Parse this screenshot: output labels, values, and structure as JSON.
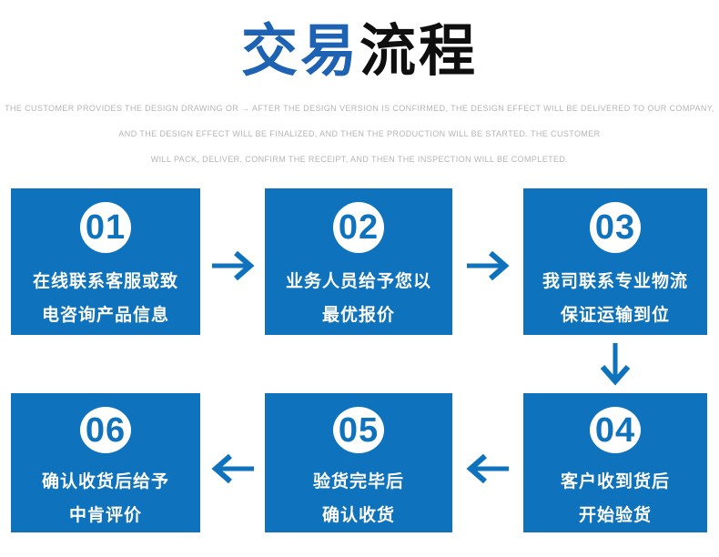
{
  "page": {
    "title": {
      "part_blue": "交易",
      "part_black": "流程"
    },
    "subtitle_lines": [
      "THE CUSTOMER PROVIDES THE DESIGN DRAWING OR → AFTER THE DESIGN VERSION IS CONFIRMED, THE DESIGN EFFECT WILL BE DELIVERED TO OUR COMPANY,",
      "AND THE DESIGN EFFECT WILL BE FINALIZED, AND THEN THE PRODUCTION WILL BE STARTED. THE CUSTOMER",
      "WILL PACK, DELIVER, CONFIRM THE RECEIPT, AND THEN THE INSPECTION WILL BE COMPLETED."
    ]
  },
  "steps": [
    {
      "number": "01",
      "lines": [
        "在线联系客服或致",
        "电咨询产品信息"
      ]
    },
    {
      "number": "02",
      "lines": [
        "业务人员给予您以",
        "最优报价"
      ]
    },
    {
      "number": "03",
      "lines": [
        "我司联系专业物流",
        "保证运输到位"
      ]
    },
    {
      "number": "04",
      "lines": [
        "客户收到货后",
        "开始验货"
      ]
    },
    {
      "number": "05",
      "lines": [
        "验货完毕后",
        "确认收货"
      ]
    },
    {
      "number": "06",
      "lines": [
        "确认收货后给予",
        "中肯评价"
      ]
    }
  ],
  "icons": {
    "arrow_right": "arrow-right-icon",
    "arrow_down": "arrow-down-icon",
    "arrow_left": "arrow-left-icon"
  },
  "colors": {
    "box_blue": "#0e72bd",
    "title_blue": "#1e62b4",
    "title_black": "#0f0f0f",
    "subtitle_gray": "#b5b5b5",
    "box_text": "#fdfbf4"
  }
}
